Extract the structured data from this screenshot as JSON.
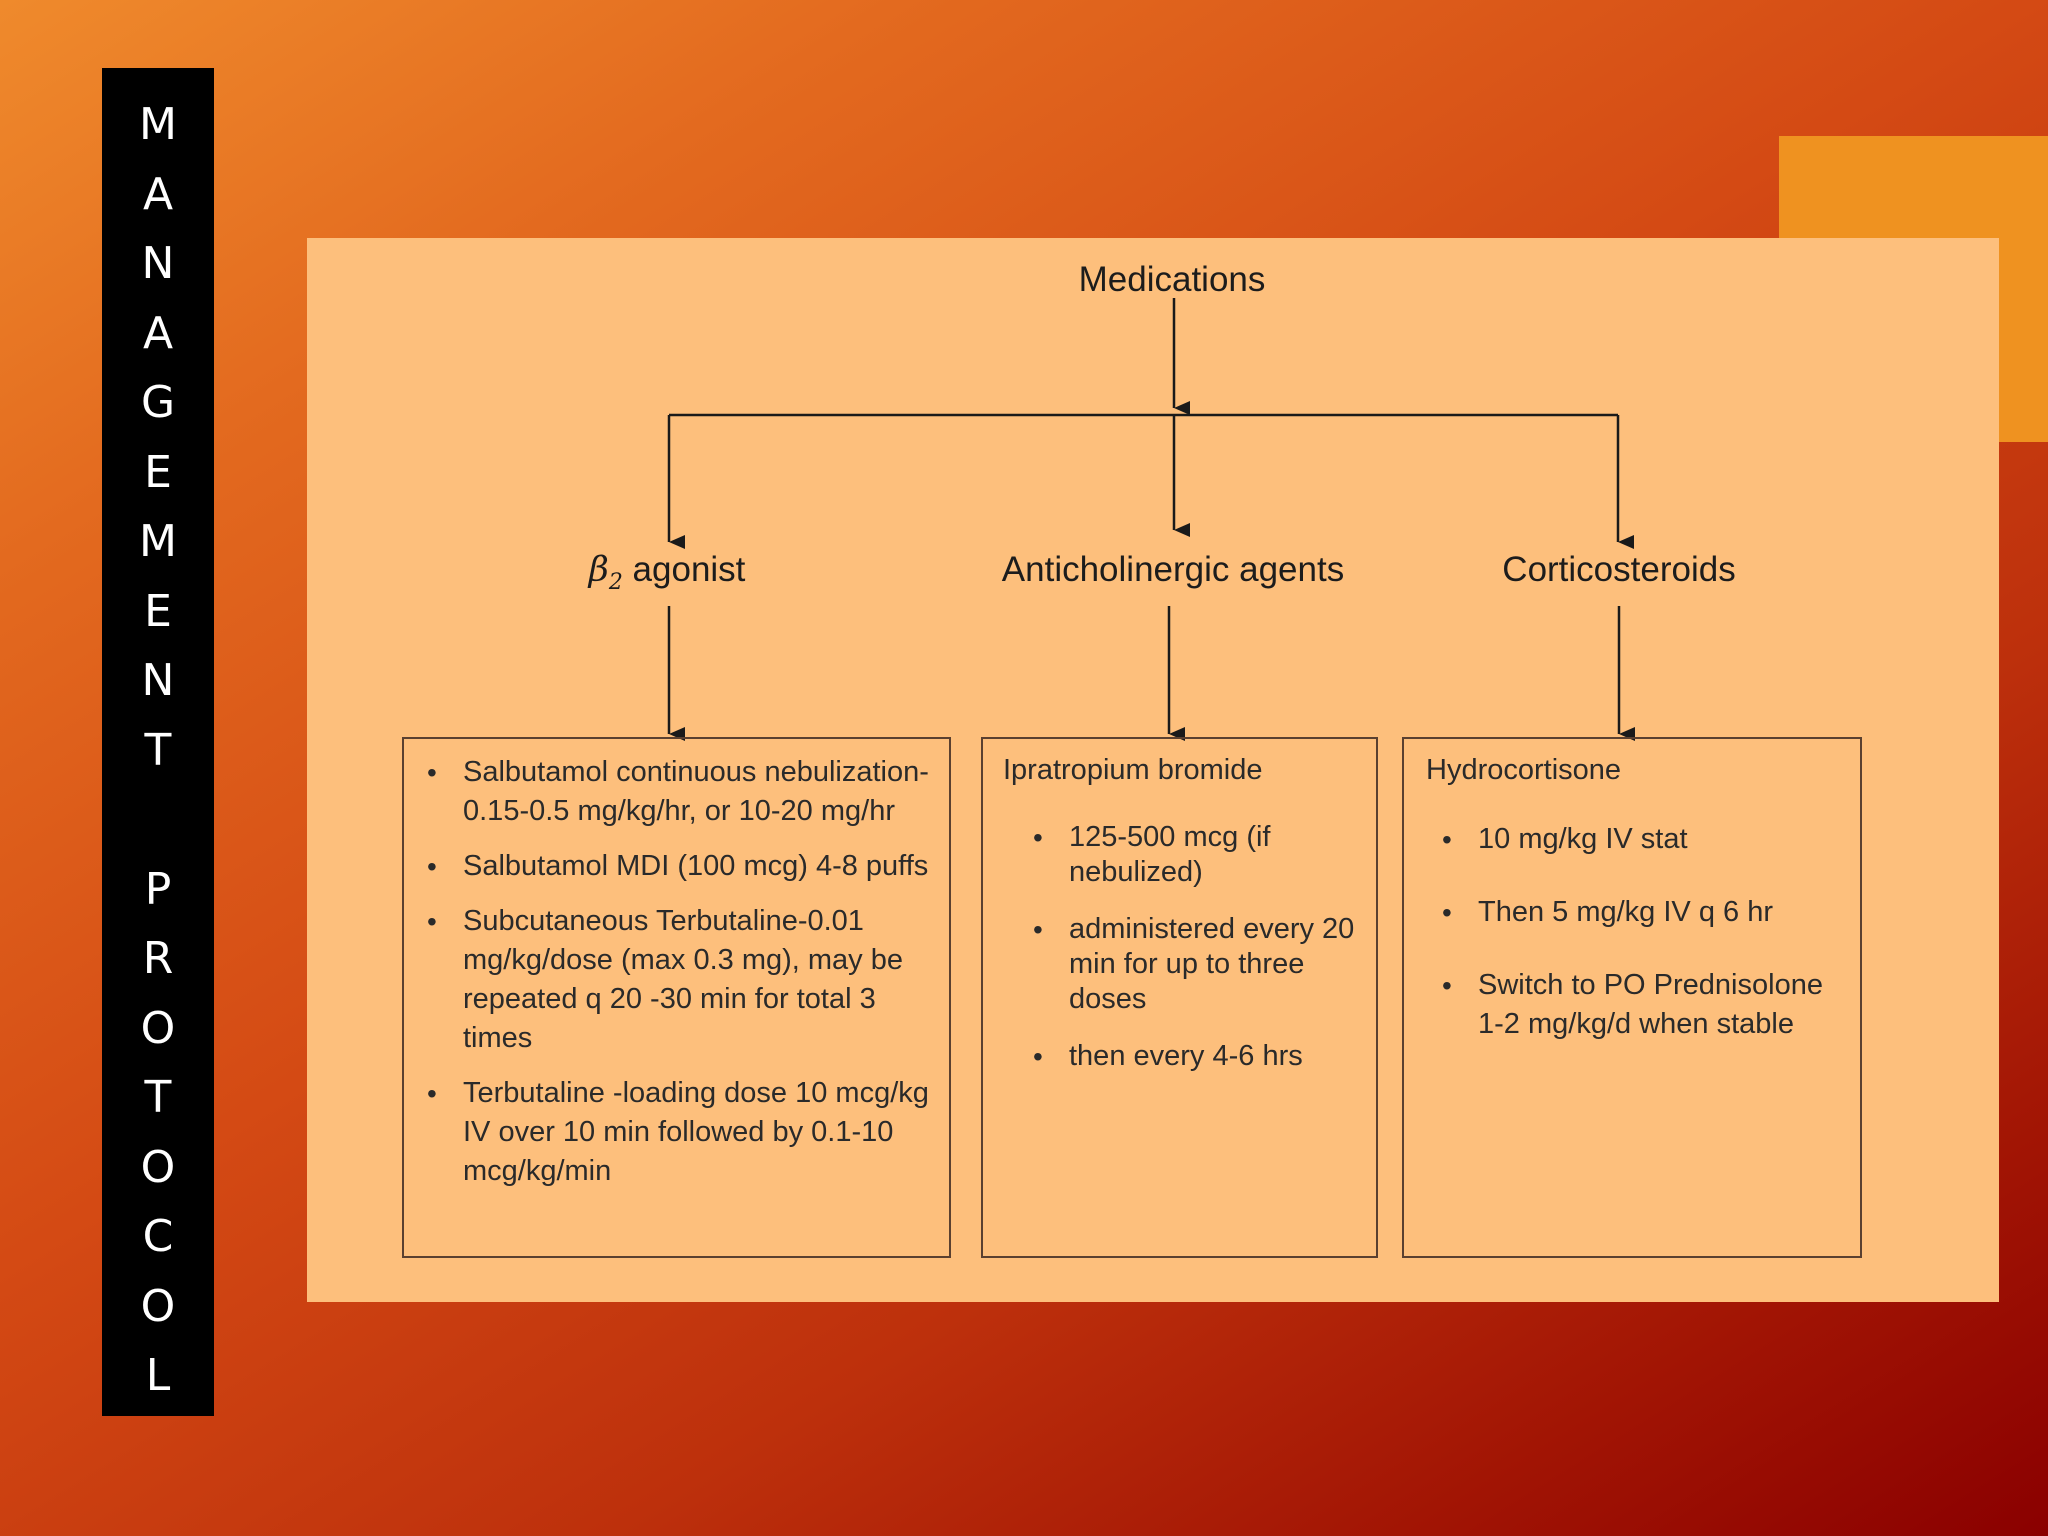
{
  "sidebar": {
    "title": "MANAGEMENT PROTOCOL"
  },
  "diagram": {
    "root": "Medications",
    "categories": [
      {
        "label_symbol": "β",
        "label_subscript": "2",
        "label_text": " agonist",
        "items": [
          "Salbutamol continuous nebulization-0.15-0.5 mg/kg/hr, or 10-20 mg/hr",
          "Salbutamol MDI (100 mcg) 4-8 puffs",
          "Subcutaneous Terbutaline-0.01 mg/kg/dose (max 0.3 mg), may be repeated q 20 -30 min for total 3 times",
          "Terbutaline -loading dose 10 mcg/kg IV over 10 min followed by 0.1-10 mcg/kg/min"
        ]
      },
      {
        "label_text": "Anticholinergic agents",
        "heading": "Ipratropium bromide",
        "items": [
          "125-500 mcg (if nebulized)",
          "administered every 20 min for up to three doses",
          "then every 4-6 hrs"
        ]
      },
      {
        "label_text": "Corticosteroids",
        "heading": "Hydrocortisone",
        "items": [
          "10 mg/kg IV stat",
          "Then 5 mg/kg IV q 6 hr",
          "Switch to PO Prednisolone 1-2 mg/kg/d when stable"
        ]
      }
    ]
  }
}
